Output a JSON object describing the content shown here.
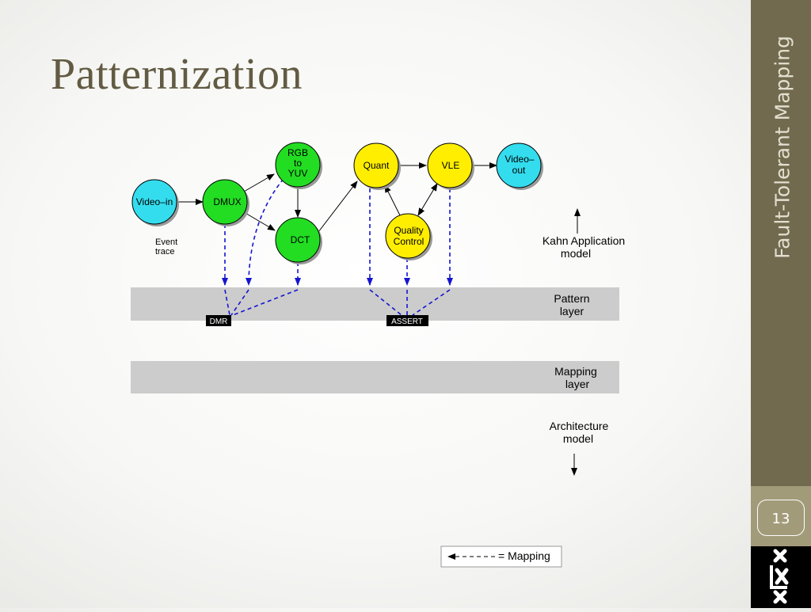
{
  "slide": {
    "title": "Patternization",
    "sidebar_heading": "Fault-Tolerant Mapping",
    "page_number": "13"
  },
  "diagram": {
    "nodes": {
      "video_in": "Video–in",
      "dmux": "DMUX",
      "rgb_to_yuv": [
        "RGB",
        "to",
        "YUV"
      ],
      "dct": "DCT",
      "quant": "Quant",
      "vle": "VLE",
      "video_out": [
        "Video–",
        "out"
      ],
      "quality_control": [
        "Quality",
        "Control"
      ]
    },
    "event_trace": [
      "Event",
      "trace"
    ],
    "layers": {
      "kahn": [
        "Kahn Application",
        "model"
      ],
      "pattern": [
        "Pattern",
        "layer"
      ],
      "mapping": [
        "Mapping",
        "layer"
      ],
      "architecture": [
        "Architecture",
        "model"
      ]
    },
    "tags": {
      "dmr": "DMR",
      "assert": "ASSERT"
    },
    "legend": "= Mapping"
  },
  "colors": {
    "cyan": "#33ddee",
    "green": "#22dd22",
    "yellow": "#ffee00",
    "mapping_arrow": "#1515d0",
    "band": "#cccccc",
    "sidebar": "#716a4f"
  }
}
